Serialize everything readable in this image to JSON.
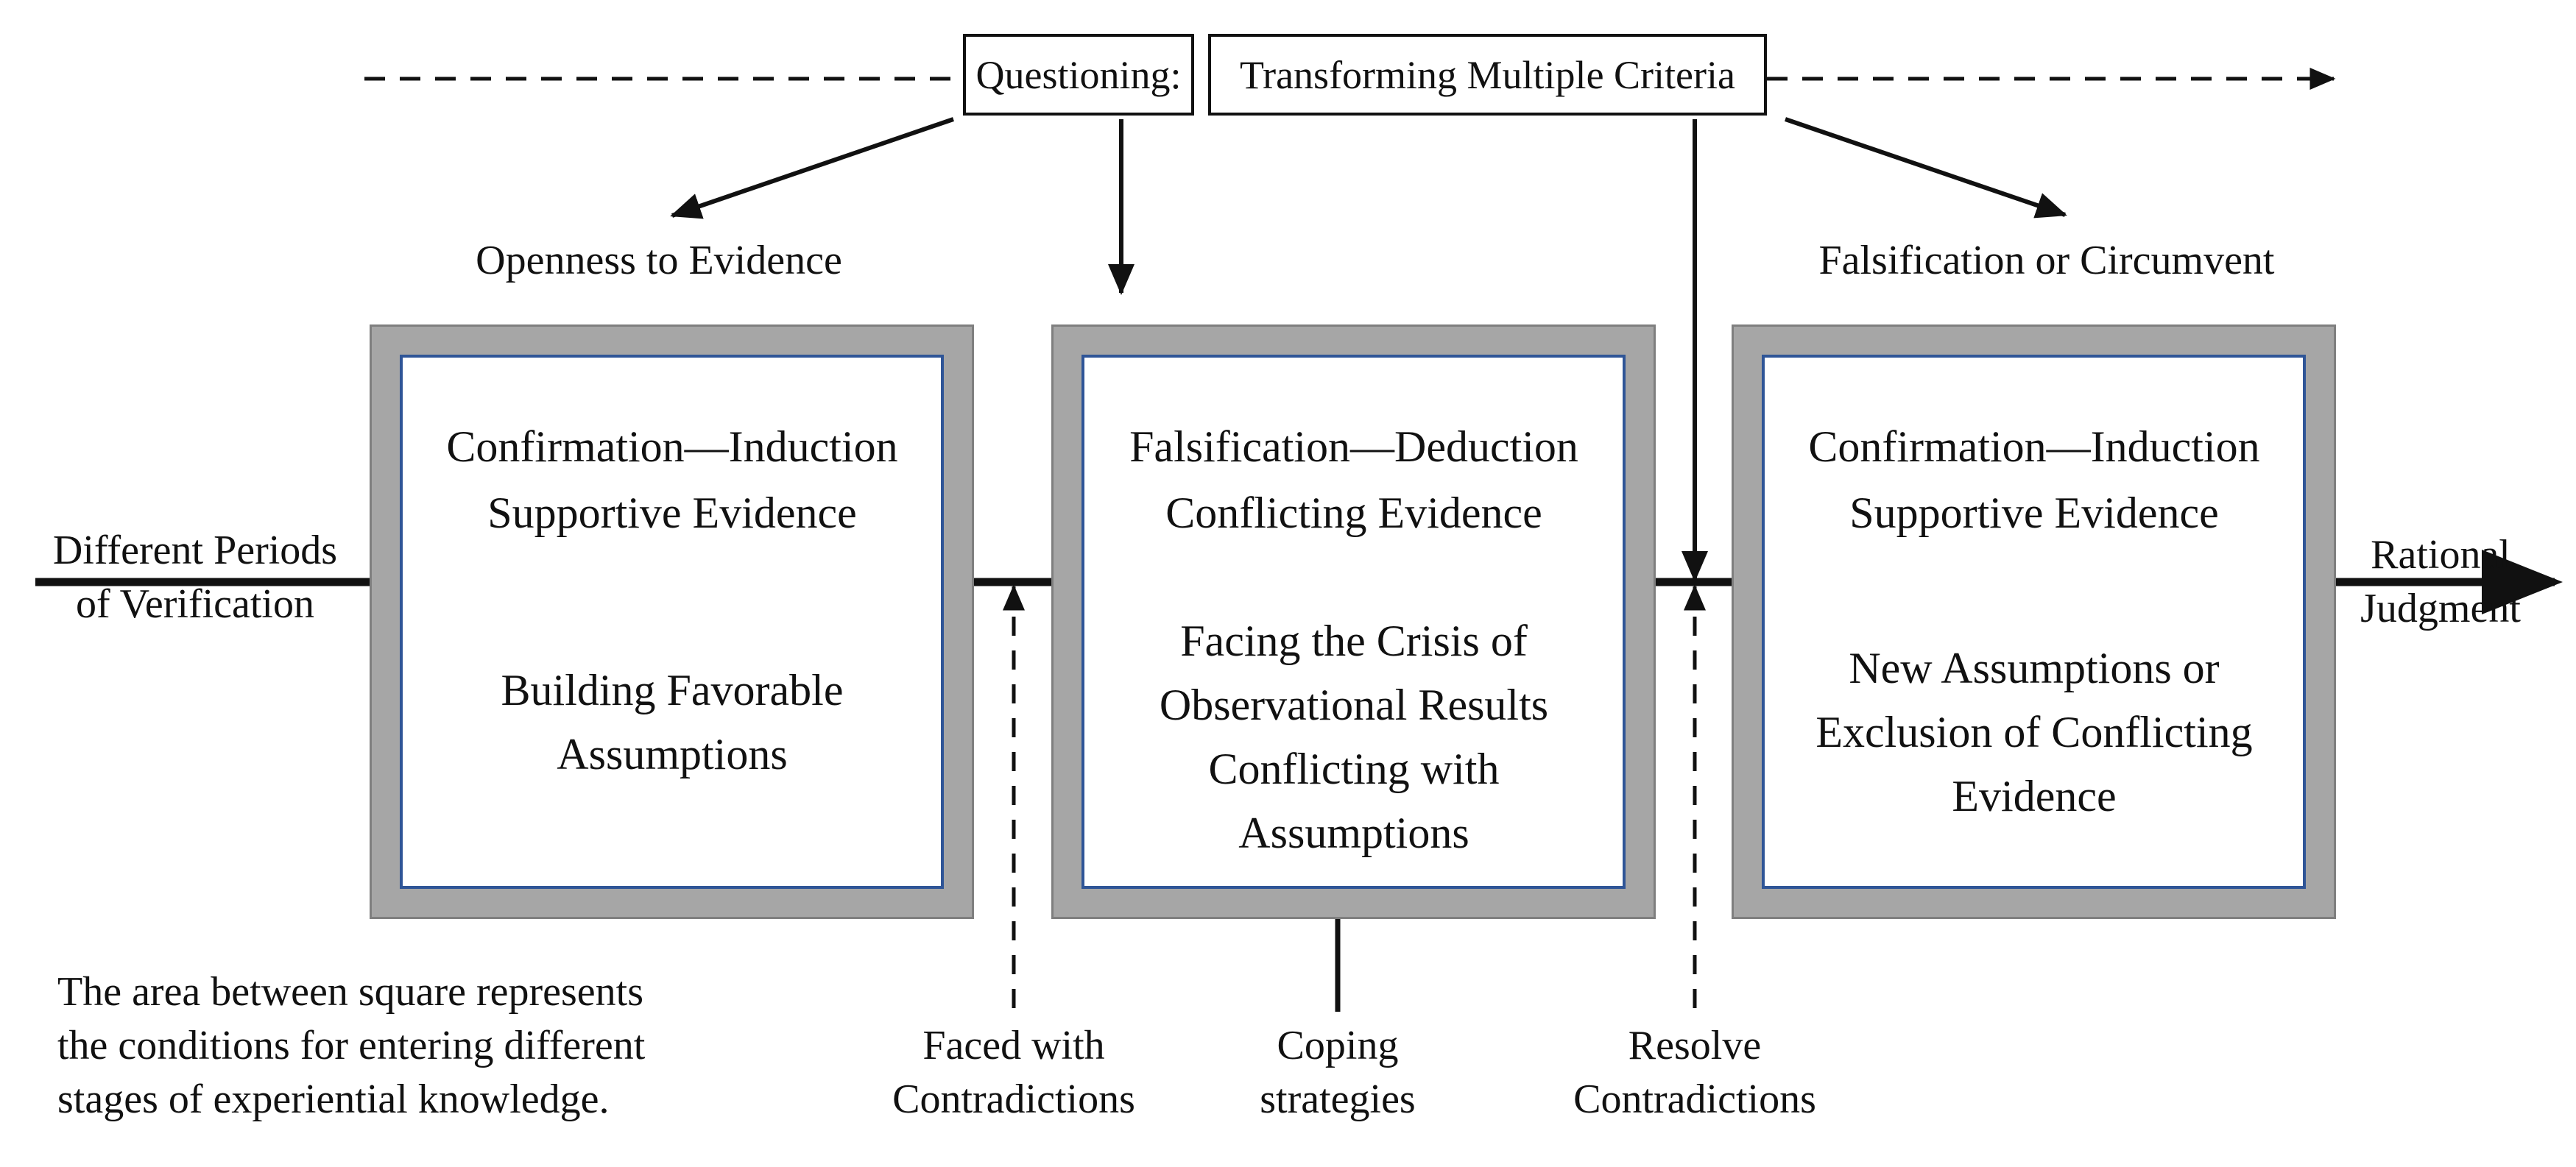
{
  "header": {
    "questioning": "Questioning:",
    "transforming": "Transforming Multiple Criteria"
  },
  "labels": {
    "openness": "Openness to Evidence",
    "falsification_circumvent": "Falsification or Circumvent",
    "different_periods": [
      "Different Periods",
      "of Verification"
    ],
    "rational_judgment": [
      "Rational",
      "Judgment"
    ]
  },
  "stages": [
    {
      "title": [
        "Confirmation—Induction",
        "Supportive Evidence"
      ],
      "body": [
        "Building Favorable",
        "Assumptions"
      ]
    },
    {
      "title": [
        "Falsification—Deduction",
        "Conflicting Evidence"
      ],
      "body": [
        "Facing the Crisis of",
        "Observational Results",
        "Conflicting with",
        "Assumptions"
      ]
    },
    {
      "title": [
        "Confirmation—Induction",
        "Supportive Evidence"
      ],
      "body": [
        "New Assumptions or",
        "Exclusion of Conflicting",
        "Evidence"
      ]
    }
  ],
  "transitions": {
    "faced": [
      "Faced with",
      "Contradictions"
    ],
    "coping": [
      "Coping",
      "strategies"
    ],
    "resolve": [
      "Resolve",
      "Contradictions"
    ]
  },
  "note": [
    "The area between square represents",
    "the conditions for entering different",
    "stages of experiential knowledge."
  ]
}
